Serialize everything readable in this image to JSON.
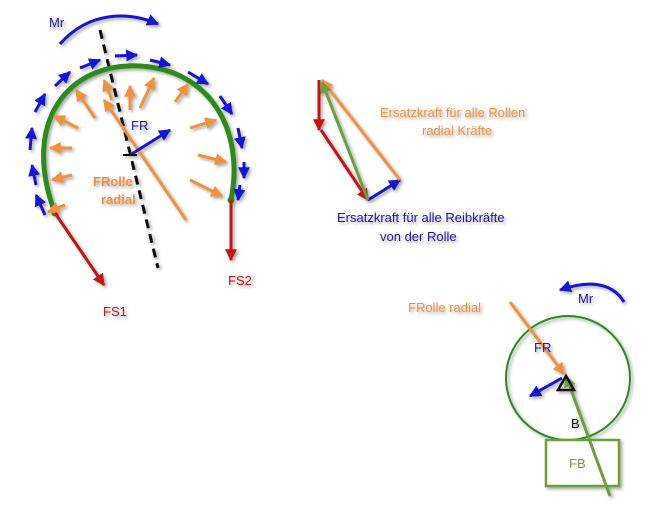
{
  "colors": {
    "orange": "#f0913f",
    "blue": "#1515d0",
    "red": "#c01818",
    "green": "#2e8a1e",
    "light_green": "#6aa03c",
    "black": "#111111"
  },
  "left_figure": {
    "moment_label": "Mr",
    "friction_label": "FR",
    "radial_label_line1": "FRolle",
    "radial_label_line2": "radial",
    "fs1_label": "FS1",
    "fs2_label": "FS2"
  },
  "middle_figure": {
    "orange_label_line1": "Ersatzkraft für alle Rollen",
    "orange_label_line2": "radial Kräfte",
    "blue_label_line1": "Ersatzkraft für alle Reibkräfte",
    "blue_label_line2": "von der Rolle"
  },
  "right_figure": {
    "moment_label": "Mr",
    "radial_label": "FRolle radial",
    "friction_label": "FR",
    "bearing_label": "B",
    "fb_label": "FB"
  }
}
